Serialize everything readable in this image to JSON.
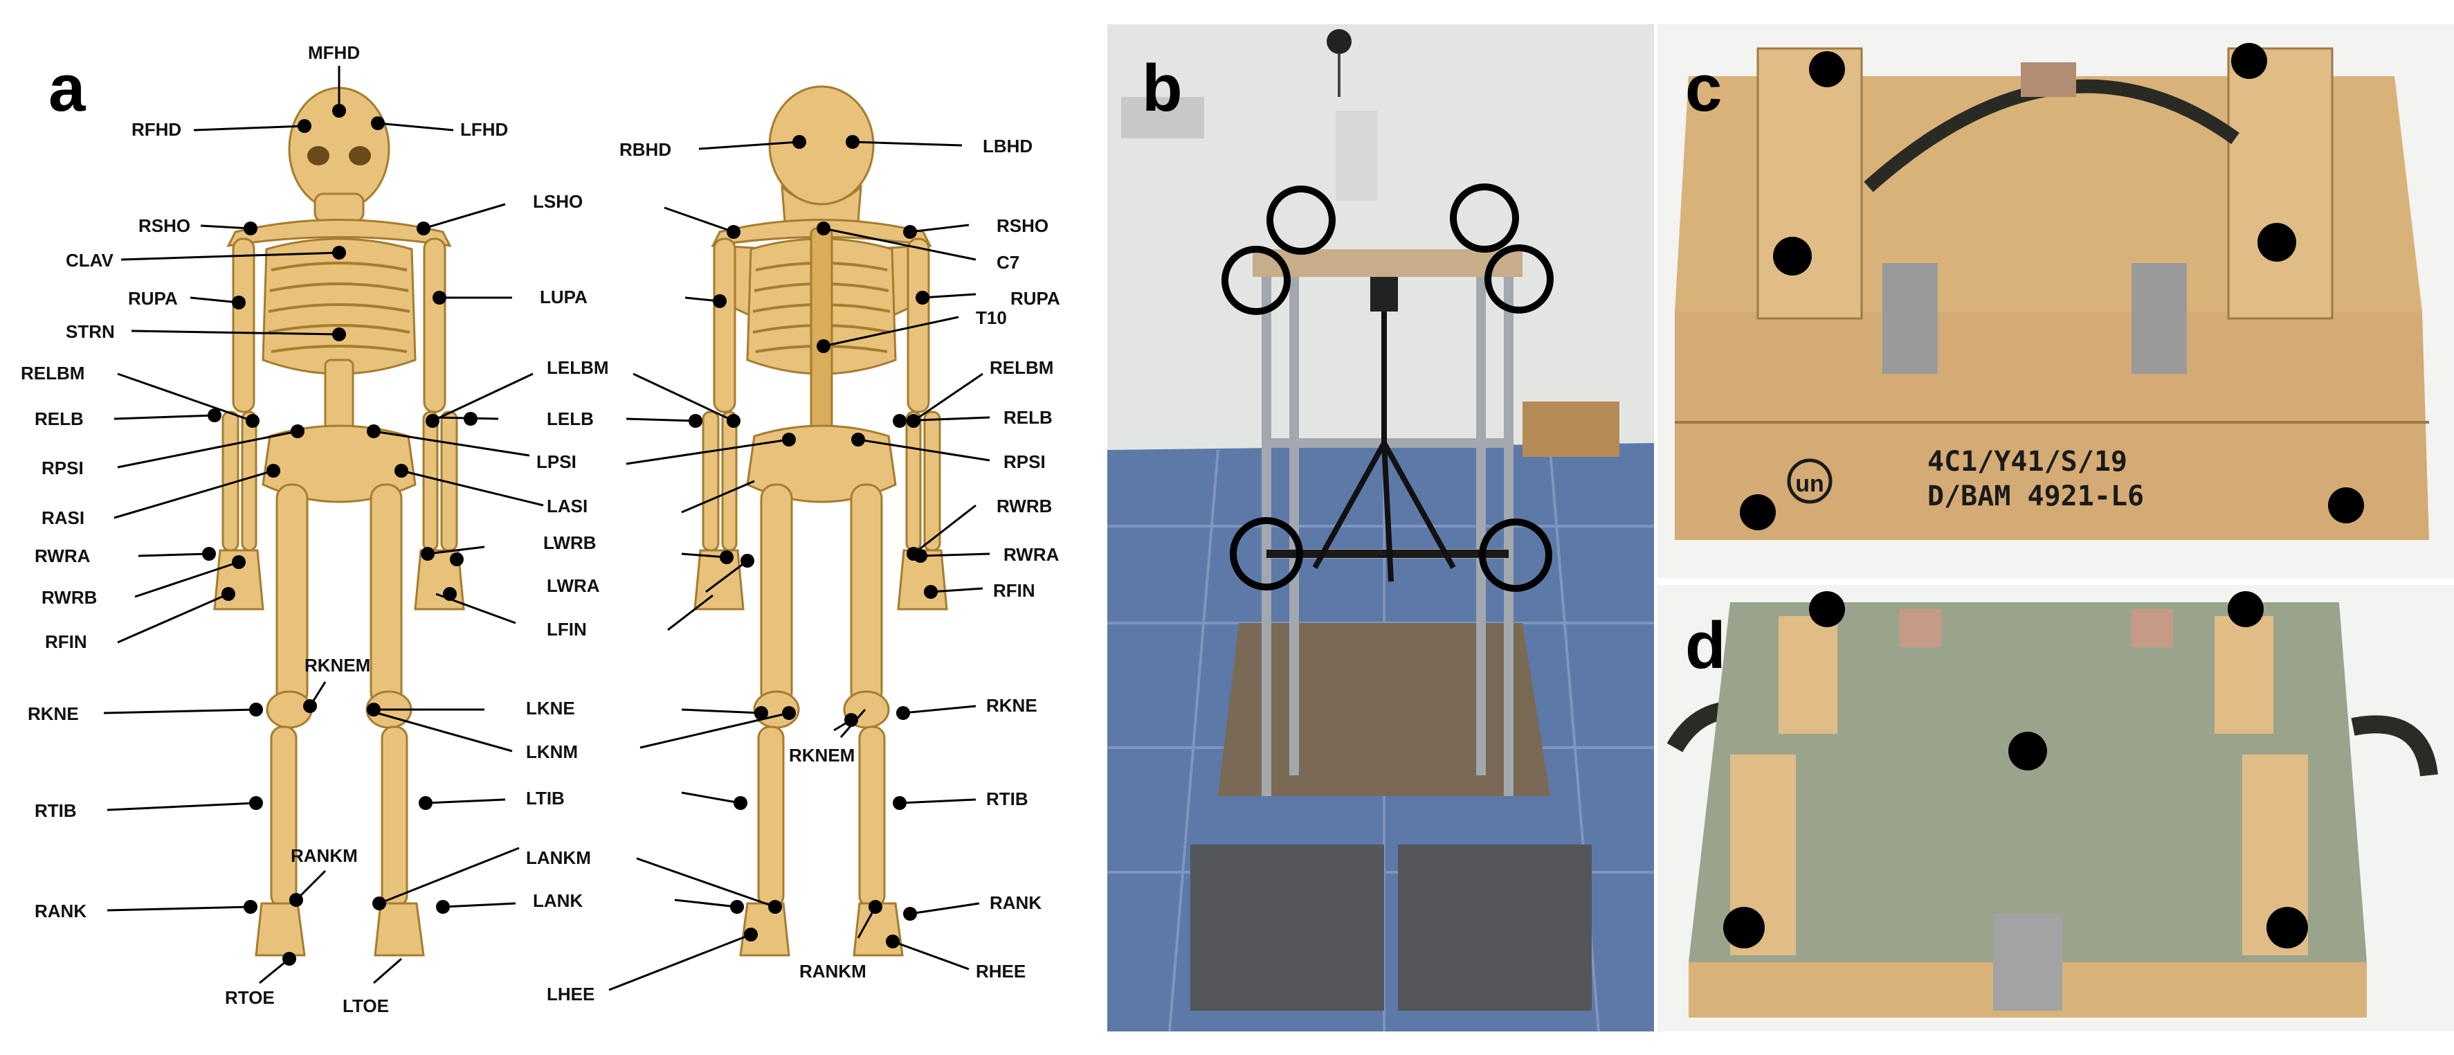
{
  "panels": {
    "a": {
      "letter": "a",
      "front_labels": {
        "MFHD": "MFHD",
        "RFHD": "RFHD",
        "LFHD": "LFHD",
        "RSHO": "RSHO",
        "LSHO": "LSHO",
        "CLAV": "CLAV",
        "RUPA": "RUPA",
        "STRN": "STRN",
        "RELBM": "RELBM",
        "RELB": "RELB",
        "RPSI": "RPSI",
        "RASI": "RASI",
        "RWRA": "RWRA",
        "RWRB": "RWRB",
        "RFIN": "RFIN",
        "RKNEM": "RKNEM",
        "RKNE": "RKNE",
        "RTIB": "RTIB",
        "RANKM": "RANKM",
        "RANK": "RANK",
        "RTOE": "RTOE",
        "LTOE": "LTOE"
      },
      "middle_labels": {
        "LSHO": "LSHO",
        "LUPA": "LUPA",
        "LELBM": "LELBM",
        "LELB": "LELB",
        "LPSI": "LPSI",
        "LASI": "LASI",
        "LWRB": "LWRB",
        "LWRA": "LWRA",
        "LFIN": "LFIN",
        "LKNE": "LKNE",
        "LKNM": "LKNM",
        "LTIB": "LTIB",
        "LANKM": "LANKM",
        "LANK": "LANK",
        "LHEE": "LHEE"
      },
      "back_labels": {
        "RBHD": "RBHD",
        "LBHD": "LBHD",
        "RSHO": "RSHO",
        "C7": "C7",
        "RUPA": "RUPA",
        "T10": "T10",
        "RELBM": "RELBM",
        "RELB": "RELB",
        "RPSI": "RPSI",
        "RWRB": "RWRB",
        "RWRA": "RWRA",
        "RFIN": "RFIN",
        "RKNE": "RKNE",
        "RKNEM": "RKNEM",
        "RTIB": "RTIB",
        "RANK": "RANK",
        "RANKM": "RANKM",
        "RHEE": "RHEE"
      }
    },
    "b": {
      "letter": "b"
    },
    "c": {
      "letter": "c",
      "box_text_line1": "4C1/Y41/S/19",
      "box_text_line2": "D/BAM 4921-L6",
      "box_logo": "un"
    },
    "d": {
      "letter": "d"
    }
  },
  "colors": {
    "bone": "#e8c27a",
    "wood": "#d9b27a",
    "lid_gray": "#9aa48c",
    "floor_blue": "#5d79a8",
    "marker": "#000000"
  }
}
